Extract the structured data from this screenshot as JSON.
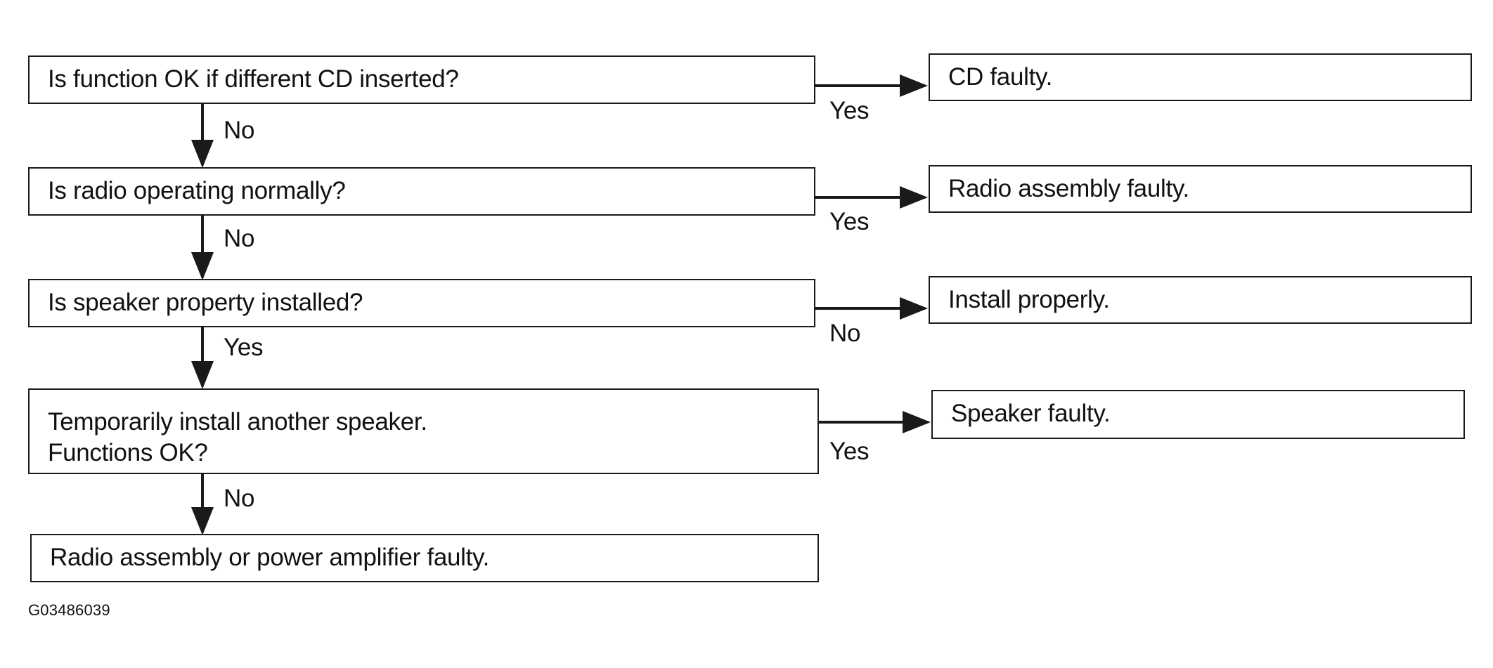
{
  "diagram": {
    "steps": [
      {
        "question": [
          "Is function OK if different CD inserted?"
        ],
        "side_branch_label": "Yes",
        "side_result": "CD faulty.",
        "down_branch_label": "No"
      },
      {
        "question": [
          "Is radio operating normally?"
        ],
        "side_branch_label": "Yes",
        "side_result": "Radio assembly faulty.",
        "down_branch_label": "No"
      },
      {
        "question": [
          "Is speaker property installed?"
        ],
        "side_branch_label": "No",
        "side_result": "Install properly.",
        "down_branch_label": "Yes"
      },
      {
        "question": [
          "Temporarily install another speaker.",
          "Functions OK?"
        ],
        "side_branch_label": "Yes",
        "side_result": "Speaker faulty.",
        "down_branch_label": "No"
      }
    ],
    "final_result": "Radio assembly or power amplifier faulty.",
    "figure_code": "G03486039"
  }
}
